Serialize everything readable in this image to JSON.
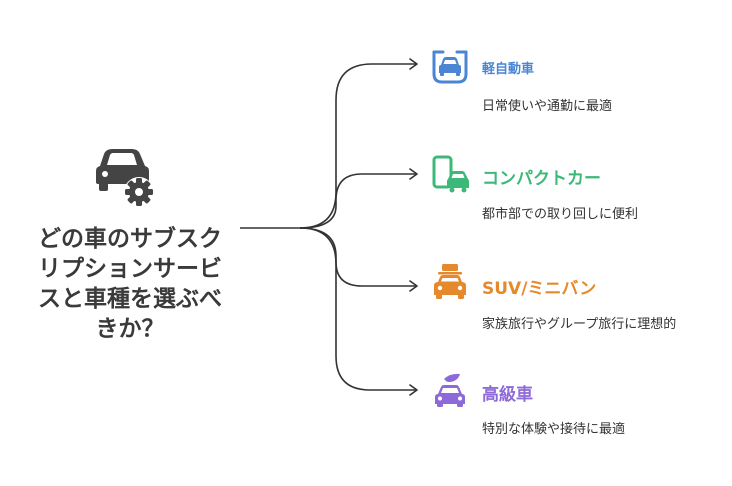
{
  "central": {
    "icon": "car-with-gear-icon",
    "title_lines": [
      "どの車のサブスク",
      "リプションサービ",
      "スと車種を選ぶべ",
      "きか？"
    ]
  },
  "branches": [
    {
      "title": "軽自動車",
      "description": "日常使いや通勤に最適",
      "icon": "compact-car-icon",
      "color": "#4a86d4"
    },
    {
      "title": "コンパクトカー",
      "description": "都市部での取り回しに便利",
      "icon": "phone-car-icon",
      "color": "#3cb878"
    },
    {
      "title": "SUV/ミニバン",
      "description": "家族旅行やグループ旅行に理想的",
      "icon": "suv-roof-cargo-icon",
      "color": "#e58a2c"
    },
    {
      "title": "高級車",
      "description": "特別な体験や接待に最適",
      "icon": "luxury-car-icon",
      "color": "#8e6ad8"
    }
  ],
  "line_color": "#333333",
  "central_color": "#444444"
}
